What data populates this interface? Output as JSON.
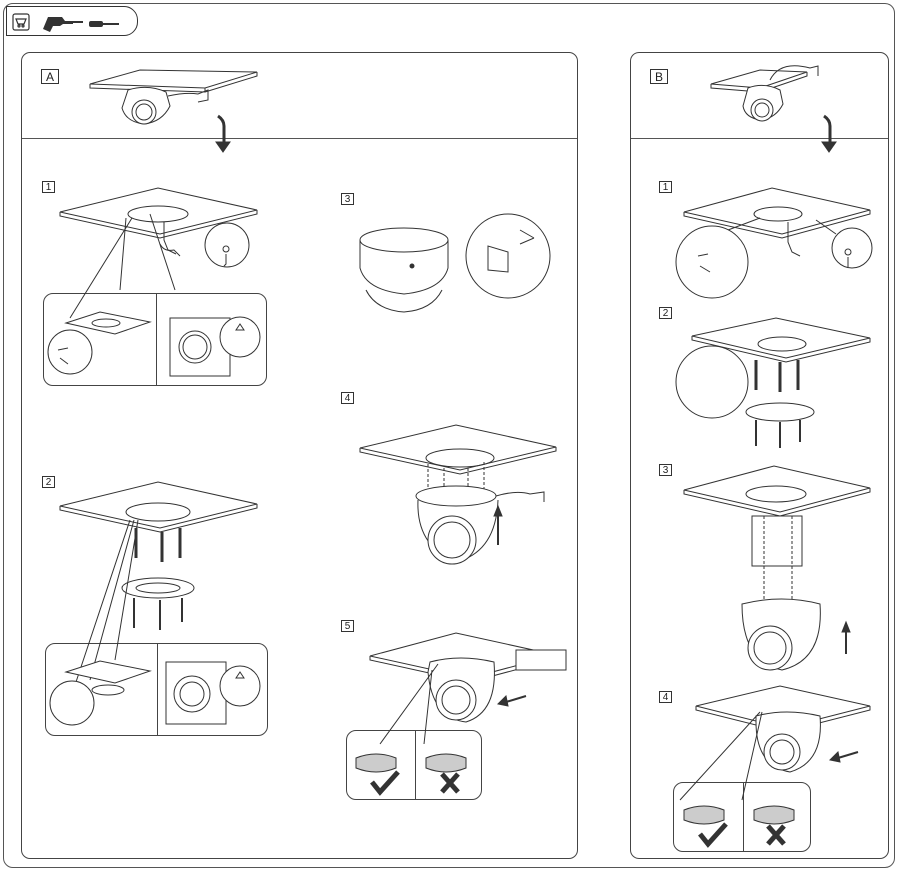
{
  "panels": [
    {
      "letter": "A"
    },
    {
      "letter": "B"
    }
  ],
  "steps_a": [
    "1",
    "2",
    "3",
    "4",
    "5"
  ],
  "steps_b": [
    "1",
    "2",
    "3",
    "4"
  ],
  "icons": {
    "checkmark": "check-icon",
    "cross": "cross-icon",
    "arrow_up": "arrow-up-icon",
    "arrow_down": "arrow-down-icon"
  },
  "colors": {
    "line": "#333333",
    "fill": "#ffffff",
    "shade": "#cccccc"
  }
}
